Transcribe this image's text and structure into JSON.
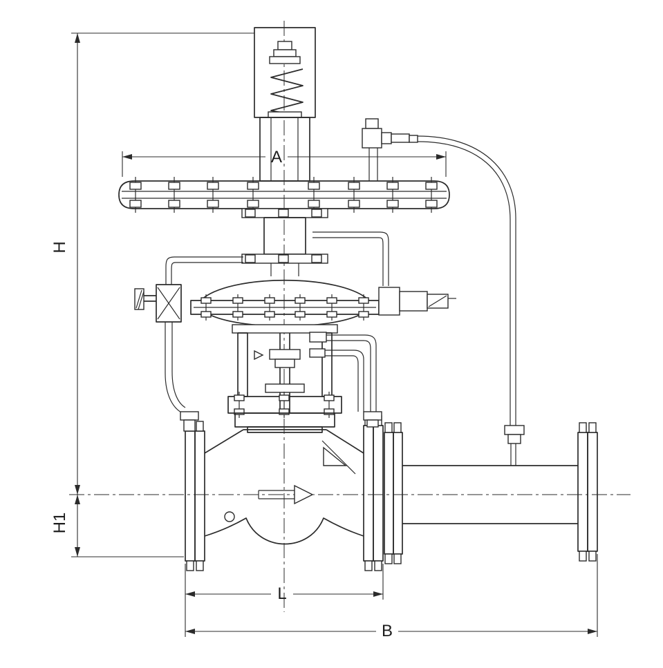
{
  "drawing": {
    "description": "Dimensional outline drawing of a pilot-operated self-acting pressure regulating valve",
    "colors": {
      "line": "#2b2b2b",
      "background": "#ffffff"
    },
    "dimensions": {
      "A": {
        "label": "A"
      },
      "H": {
        "label": "H"
      },
      "H1": {
        "label": "H1"
      },
      "L": {
        "label": "L"
      },
      "B": {
        "label": "B"
      }
    }
  }
}
